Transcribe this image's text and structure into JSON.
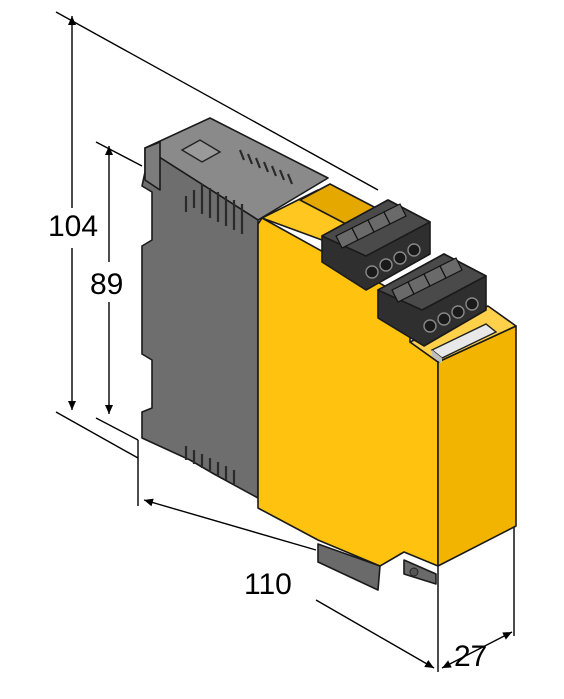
{
  "dimensions": {
    "total_height": "104",
    "housing_height": "89",
    "depth": "110",
    "width": "27"
  },
  "colors": {
    "housing_yellow": "#ffc20e",
    "housing_grey": "#7a7a7a",
    "terminal_dark": "#3a3a3a",
    "background": "#ffffff"
  }
}
